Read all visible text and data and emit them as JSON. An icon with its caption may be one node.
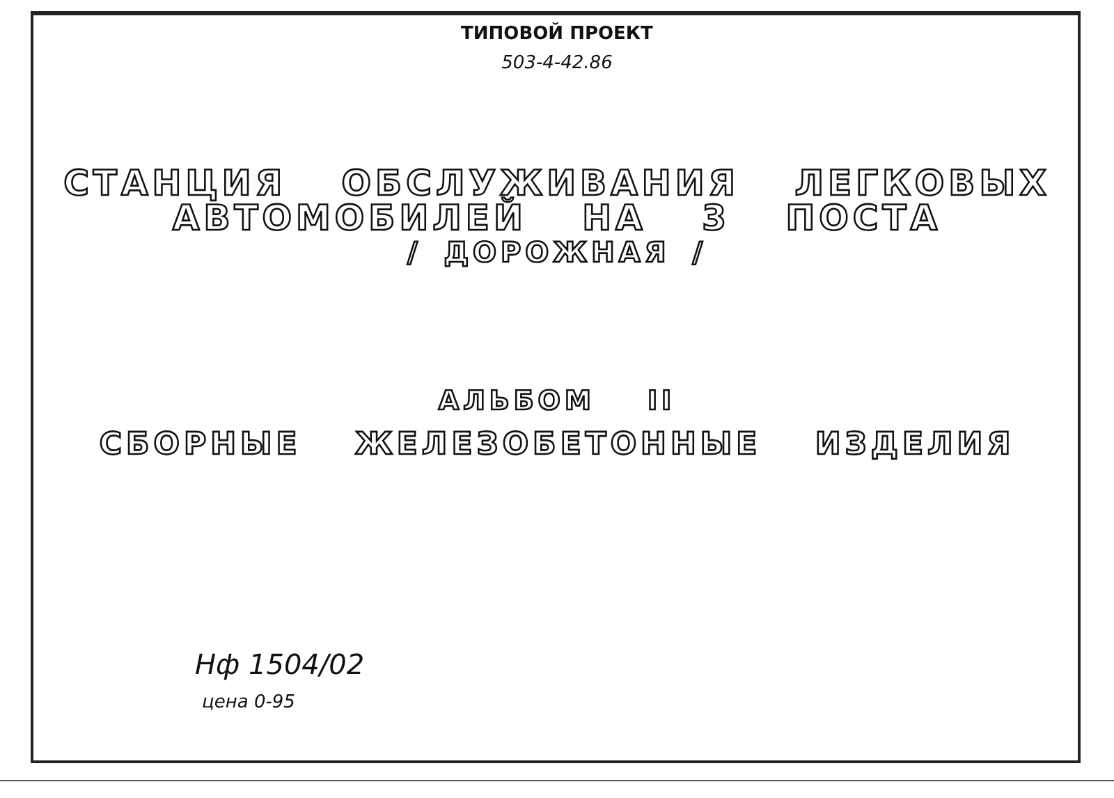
{
  "diagram": {
    "labels": [
      "ТИПОВОЙ ПРОЕКТ",
      "503-4-42.86",
      "СТАНЦИЯ ОБСЛУЖИВАНИЯ ЛЕГКОВЫХ",
      "АВТОМОБИЛЕЙ НА 3 ПОСТА",
      "/ ДОРОЖНАЯ /",
      "АЛЬБОМ II",
      "СБОРНЫЕ ЖЕЛЕЗОБЕТОННЫЕ ИЗДЕЛИЯ",
      "Нф 1504/02",
      "цена 0-95"
    ]
  }
}
